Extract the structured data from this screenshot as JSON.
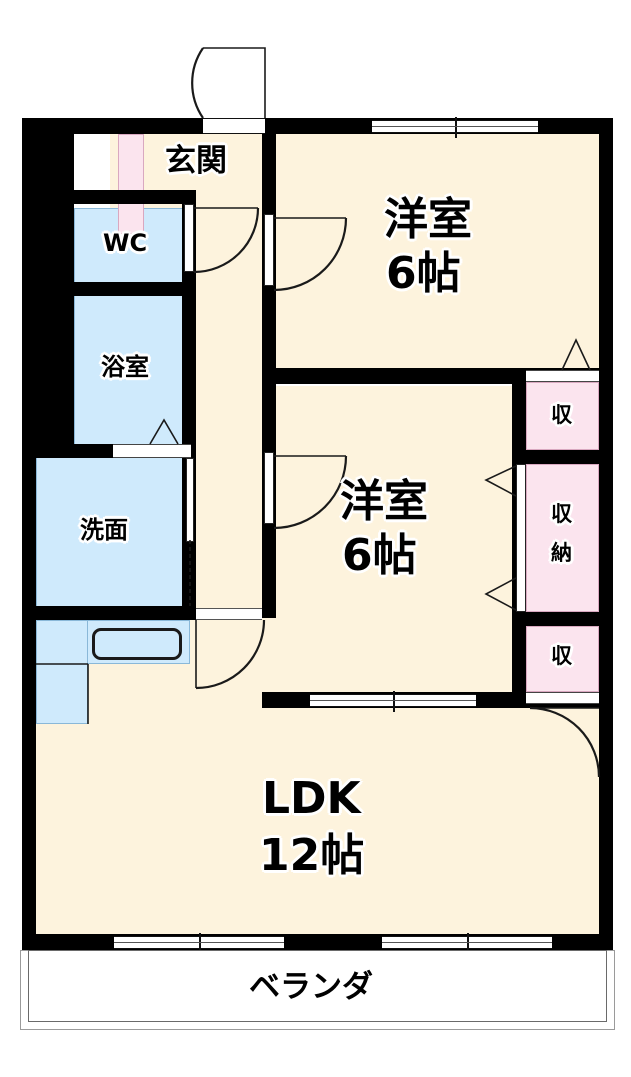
{
  "plan": {
    "type": "apartment-floor-plan",
    "layout_code": "2LDK",
    "palette": {
      "floor": "#fdf3dd",
      "wall": "#000000",
      "water_area": "#cfeafc",
      "closet": "#fbe4ee",
      "background": "#ffffff",
      "outline": "#1a1a1a"
    },
    "rooms": [
      {
        "id": "entrance",
        "label": "玄関",
        "area": "",
        "fill": "floor",
        "name": "room-entrance"
      },
      {
        "id": "wc",
        "label": "WC",
        "area": "",
        "fill": "water",
        "name": "room-wc"
      },
      {
        "id": "bath",
        "label": "浴室",
        "area": "",
        "fill": "water",
        "name": "room-bath"
      },
      {
        "id": "washroom",
        "label": "洗面",
        "area": "",
        "fill": "water",
        "name": "room-washroom"
      },
      {
        "id": "western1",
        "label": "洋室",
        "area": "6帖",
        "fill": "floor",
        "name": "room-western-1"
      },
      {
        "id": "western2",
        "label": "洋室",
        "area": "6帖",
        "fill": "floor",
        "name": "room-western-2"
      },
      {
        "id": "ldk",
        "label": "LDK",
        "area": "12帖",
        "fill": "floor",
        "name": "room-ldk"
      },
      {
        "id": "closet_top",
        "label": "収",
        "area": "",
        "fill": "closet",
        "name": "closet-top"
      },
      {
        "id": "closet_mid",
        "label": "収納",
        "area": "",
        "fill": "closet",
        "name": "closet-middle"
      },
      {
        "id": "closet_bot",
        "label": "収",
        "area": "",
        "fill": "closet",
        "name": "closet-bottom"
      },
      {
        "id": "shoebox",
        "label": "",
        "area": "",
        "fill": "closet",
        "name": "shoe-closet"
      },
      {
        "id": "veranda",
        "label": "ベランダ",
        "area": "",
        "fill": "white",
        "name": "balcony-veranda"
      }
    ],
    "labels": {
      "entrance": "玄関",
      "wc": "WC",
      "bath": "浴室",
      "washroom": "洗面",
      "western_1_name": "洋室",
      "western_1_area": "6帖",
      "western_2_name": "洋室",
      "western_2_area": "6帖",
      "ldk_name": "LDK",
      "ldk_area": "12帖",
      "closet_top": "収",
      "closet_mid_line1": "収",
      "closet_mid_line2": "納",
      "closet_bot": "収",
      "veranda": "ベランダ"
    },
    "fixtures": [
      {
        "id": "kitchen_sink",
        "name": "kitchen-sink",
        "label": ""
      },
      {
        "id": "kitchen_counter",
        "name": "kitchen-counter",
        "label": ""
      }
    ],
    "openings": [
      {
        "id": "entry_door",
        "name": "entrance-door",
        "type": "hinged-door"
      },
      {
        "id": "hall_door_wc",
        "name": "hallway-door-left",
        "type": "hinged-door"
      },
      {
        "id": "hall_door_room1",
        "name": "bedroom-1-door",
        "type": "hinged-door"
      },
      {
        "id": "room2_door",
        "name": "bedroom-2-door",
        "type": "hinged-door"
      },
      {
        "id": "ldk_door",
        "name": "ldk-hall-door",
        "type": "hinged-door"
      },
      {
        "id": "bath_door",
        "name": "bath-door",
        "type": "folding-door"
      },
      {
        "id": "wash_door",
        "name": "washroom-door",
        "type": "sliding-door"
      },
      {
        "id": "closet_top_door",
        "name": "closet-top-door",
        "type": "folding-door"
      },
      {
        "id": "closet_mid_door",
        "name": "closet-middle-door",
        "type": "folding-door"
      },
      {
        "id": "win_room1_north",
        "name": "bedroom-1-north-window",
        "type": "sliding-window"
      },
      {
        "id": "win_room2_south",
        "name": "bedroom-2-south-sliding",
        "type": "sliding-door"
      },
      {
        "id": "win_ldk_left",
        "name": "ldk-veranda-door-left",
        "type": "sliding-door"
      },
      {
        "id": "win_ldk_right",
        "name": "ldk-veranda-door-right",
        "type": "sliding-door"
      }
    ]
  }
}
